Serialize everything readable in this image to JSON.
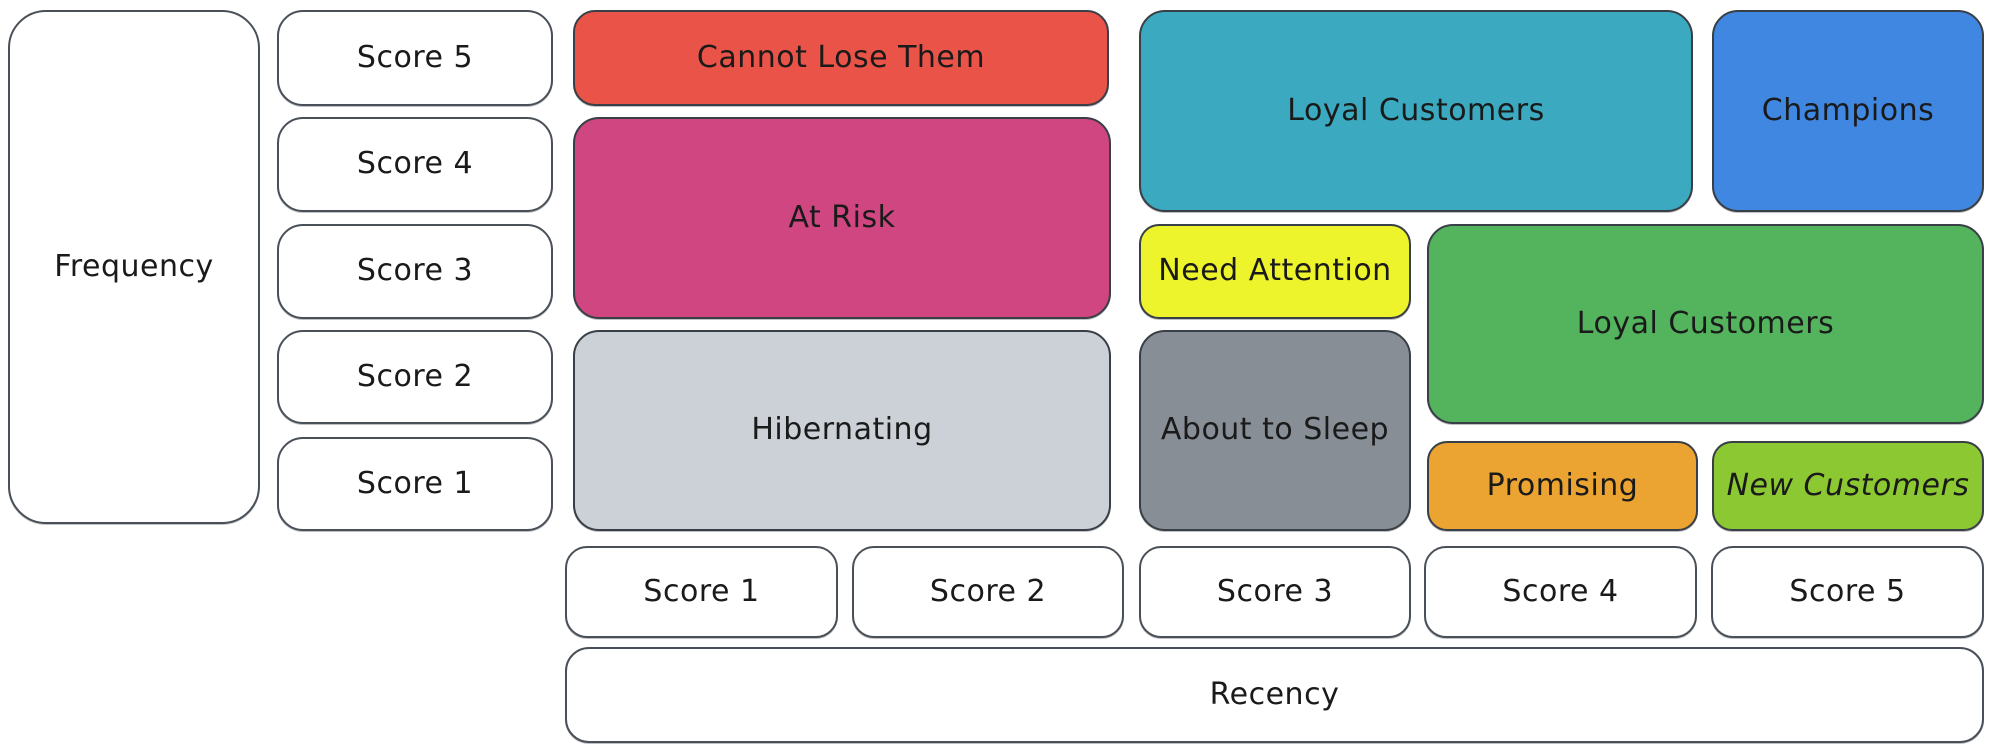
{
  "axes": {
    "frequency": {
      "label": "Frequency",
      "scores": [
        "Score 5",
        "Score 4",
        "Score 3",
        "Score 2",
        "Score 1"
      ]
    },
    "recency": {
      "label": "Recency",
      "scores": [
        "Score 1",
        "Score 2",
        "Score 3",
        "Score 4",
        "Score 5"
      ]
    }
  },
  "segments": {
    "cannot_lose_them": {
      "label": "Cannot Lose Them",
      "color": "#ea5348"
    },
    "at_risk": {
      "label": "At Risk",
      "color": "#d04680"
    },
    "hibernating": {
      "label": "Hibernating",
      "color": "#ccd1d8"
    },
    "loyal_customers_top": {
      "label": "Loyal Customers",
      "color": "#3ba9bf"
    },
    "champions": {
      "label": "Champions",
      "color": "#3f87e0"
    },
    "need_attention": {
      "label": "Need Attention",
      "color": "#eef42c"
    },
    "about_to_sleep": {
      "label": "About to Sleep",
      "color": "#878e96"
    },
    "loyal_customers_mid": {
      "label": "Loyal Customers",
      "color": "#53b45d"
    },
    "promising": {
      "label": "Promising",
      "color": "#eba432"
    },
    "new_customers": {
      "label": "New Customers",
      "color": "#8cc832"
    }
  }
}
